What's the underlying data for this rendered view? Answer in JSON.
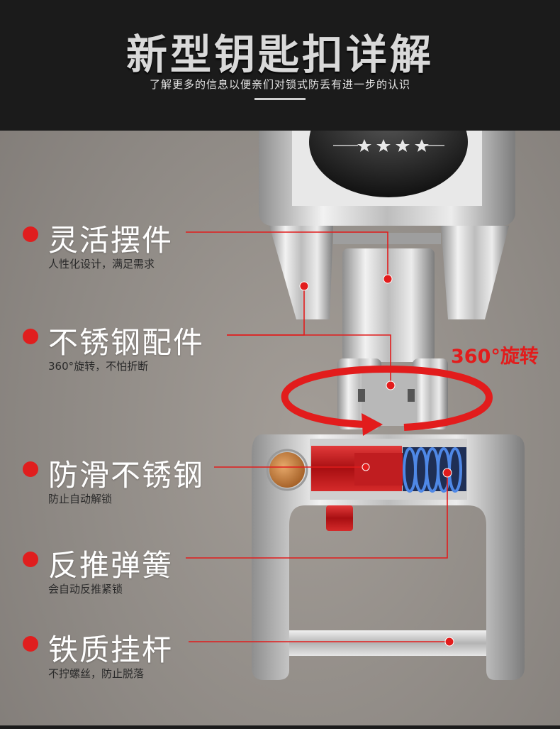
{
  "header": {
    "title": "新型钥匙扣详解",
    "subtitle": "了解更多的信息以便亲们对锁式防丢有进一步的认识"
  },
  "features": [
    {
      "name": "灵活摆件",
      "desc": "人性化设计，满足需求"
    },
    {
      "name": "不锈钢配件",
      "desc": "360°旋转，不怕折断"
    },
    {
      "name": "防滑不锈钢",
      "desc": "防止自动解锁"
    },
    {
      "name": "反推弹簧",
      "desc": "会自动反推紧锁"
    },
    {
      "name": "铁质挂杆",
      "desc": "不拧螺丝，防止脱落"
    }
  ],
  "rotation_label": "360°旋转",
  "colors": {
    "accent_red": "#e01e1e",
    "header_bg": "#1b1b1b",
    "background": "#8f8a85"
  }
}
